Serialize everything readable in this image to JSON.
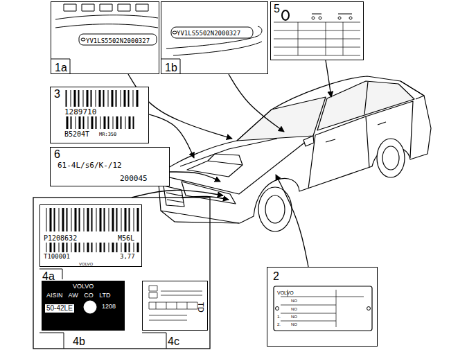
{
  "diagram": {
    "nodes": [
      {
        "text": [
          "1a",
          "YV1LS5502N2000327"
        ]
      },
      {
        "text": [
          "1b",
          "YV1LS5502N2000327"
        ]
      },
      {
        "text": [
          "5"
        ]
      },
      {
        "text": [
          "3",
          "1289710",
          "B5204T",
          "MR:350"
        ]
      },
      {
        "text": [
          "6",
          "61-4L/s6/K-/12",
          "200045"
        ]
      },
      {
        "text": [
          "4a",
          "P1208632",
          "M56L",
          "T100001",
          "3,77",
          "VOLVO"
        ]
      },
      {
        "text": [
          "4b",
          "VOLVO",
          "AISIN AW CO LTD",
          "50-42LE",
          "1208"
        ]
      },
      {
        "text": [
          "4c",
          "TD"
        ]
      },
      {
        "text": [
          "2",
          "VOLVO",
          "NO",
          "NO",
          "1.",
          "NO",
          "2.",
          "NO"
        ]
      }
    ]
  }
}
